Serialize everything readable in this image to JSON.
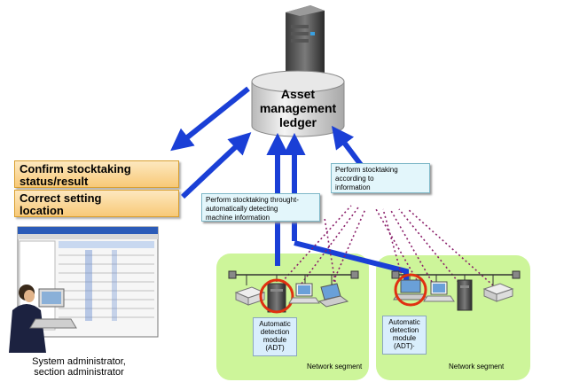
{
  "ledger": {
    "line1": "Asset",
    "line2": "management",
    "line3": "ledger"
  },
  "actions": {
    "confirm_line1": "Confirm stocktaking",
    "confirm_line2": "status/result",
    "correct_line1": "Correct setting",
    "correct_line2": "location"
  },
  "callouts": {
    "stocktaking_info_line1": "Perform stocktaking",
    "stocktaking_info_line2": "according to",
    "stocktaking_info_line3": "information",
    "detect_line1": "Perform stocktaking  throught-",
    "detect_line2": "automatically detecting",
    "detect_line3": "machine information"
  },
  "segments": {
    "left": {
      "adt_line1": "Automatic",
      "adt_line2": "detection",
      "adt_line3": "module",
      "adt_line4": "(ADT)",
      "label": "Network segment"
    },
    "right": {
      "adt_line1": "Automatic",
      "adt_line2": "detection",
      "adt_line3": "module",
      "adt_line4": "(ADT)·",
      "label": "Network segment"
    }
  },
  "admin": {
    "line1": "System administrator,",
    "line2": "section administrator"
  },
  "colors": {
    "arrow": "#1a3fd6",
    "segment_bg": "#cdf59a",
    "highlight_ring": "#e03010",
    "dotted_link": "#8a1f6a"
  }
}
